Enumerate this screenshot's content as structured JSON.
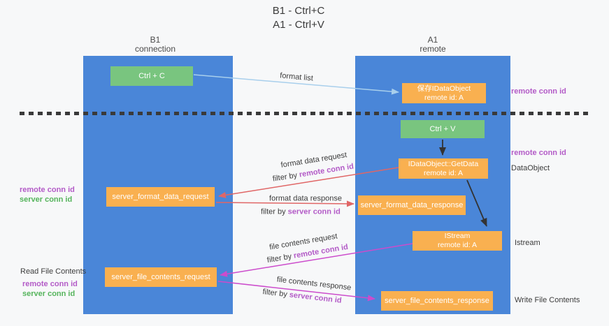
{
  "title": {
    "line1": "B1 - Ctrl+C",
    "line2": "A1 - Ctrl+V"
  },
  "lanes": {
    "left": {
      "title": "B1",
      "subtitle": "connection"
    },
    "right": {
      "title": "A1",
      "subtitle": "remote"
    }
  },
  "nodes": {
    "ctrl_c": {
      "label": "Ctrl + C"
    },
    "ctrl_v": {
      "label": "Ctrl + V"
    },
    "save_idataobject": {
      "line1": "保存IDataObject",
      "line2": "remote id: A"
    },
    "getdata": {
      "line1": "IDataObject::GetData",
      "line2": "remote id: A"
    },
    "istream": {
      "line1": "IStream",
      "line2": "remote id: A"
    },
    "format_request": {
      "label": "server_format_data_request"
    },
    "format_response": {
      "label": "server_format_data_response"
    },
    "file_request": {
      "label": "server_file_contents_request"
    },
    "file_response": {
      "label": "server_file_contents_response"
    }
  },
  "labels": {
    "format_list": "format list",
    "format_data_request": "format data request",
    "format_data_response": "format data response",
    "file_contents_request": "file contents request",
    "file_contents_response": "file contents response",
    "filter_by": "filter by",
    "remote_conn_id": "remote conn id",
    "server_conn_id": "server conn id",
    "read_file_contents": "Read File Contents",
    "write_file_contents": "Write File Contents",
    "dataobject": "DataObject",
    "istream_side": "Istream"
  },
  "colors": {
    "lane_blue": "#4a86d8",
    "node_green": "#79c57f",
    "node_orange": "#f9b050",
    "arrow_lightblue": "#a8cfec",
    "arrow_red": "#e06666",
    "arrow_magenta": "#cc4ccc",
    "arrow_black": "#333333",
    "text_purple": "#b35bc7",
    "text_green": "#55b45c"
  }
}
